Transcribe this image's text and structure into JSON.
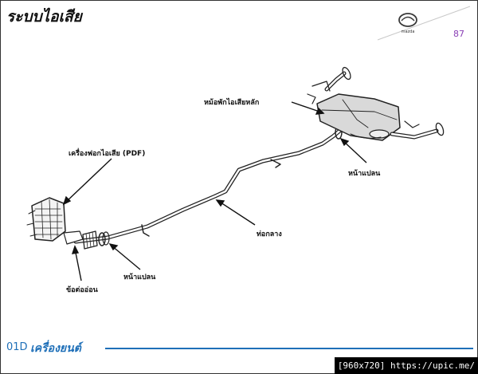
{
  "header": {
    "title": "ระบบไอเสีย",
    "page_number": "87",
    "logo": "mazda-logo-icon"
  },
  "labels": {
    "main_muffler": "หม้อพักไอเสียหลัก",
    "catalytic": "เครื่องฟอกไอเสีย (PDF)",
    "flange_right": "หน้าแปลน",
    "middle_pipe": "ท่อกลาง",
    "flange_left": "หน้าแปลน",
    "flex_joint": "ข้อต่ออ่อน"
  },
  "footer": {
    "code": "01D",
    "title": "เครื่องยนต์"
  },
  "watermark": "[960x720] https://upic.me/",
  "colors": {
    "accent": "#1e6fb8",
    "page_number": "#8a3fb5"
  }
}
